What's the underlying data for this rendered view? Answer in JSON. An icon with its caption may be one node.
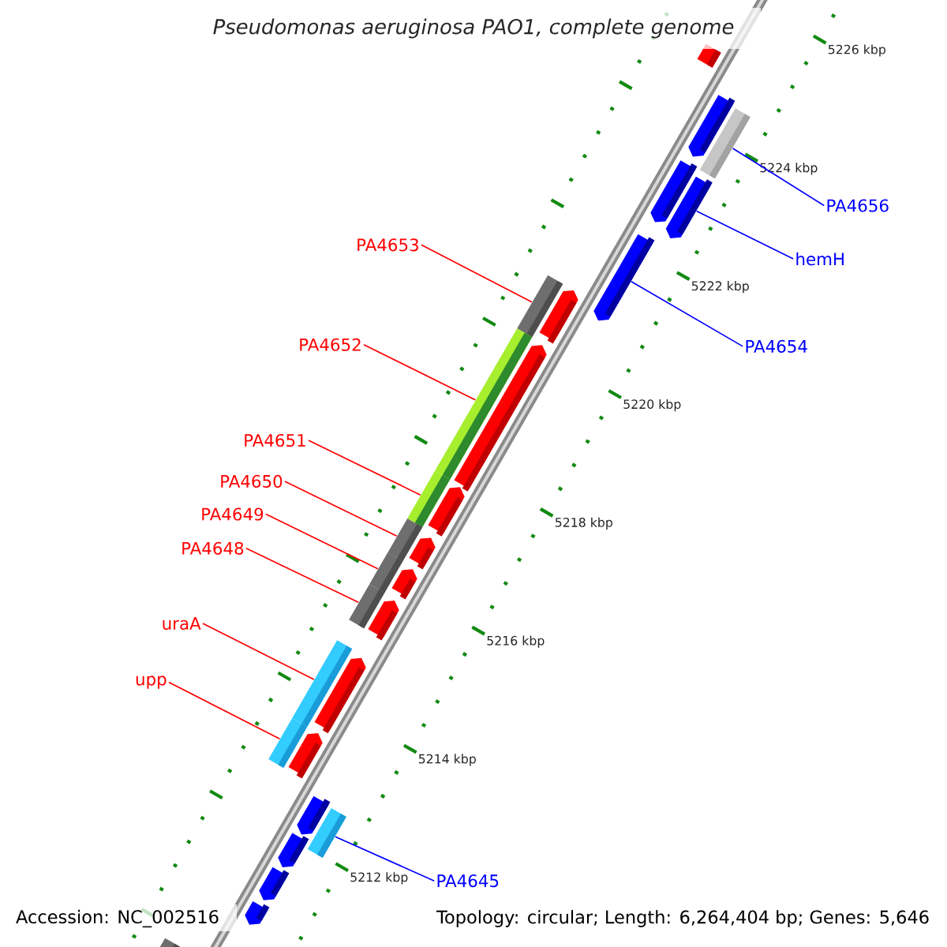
{
  "diagram": {
    "title": "*Pseudomonas aeruginosa* PAO1, complete genome",
    "nodes": [
      {
        "text": [
          "PA4653"
        ]
      },
      {
        "text": [
          "PA4652"
        ]
      },
      {
        "text": [
          "PA4651"
        ]
      },
      {
        "text": [
          "PA4650"
        ]
      },
      {
        "text": [
          "PA4649"
        ]
      },
      {
        "text": [
          "PA4648"
        ]
      },
      {
        "text": [
          "uraA"
        ]
      },
      {
        "text": [
          "upp"
        ]
      },
      {
        "text": [
          "PA4656"
        ]
      },
      {
        "text": [
          "hemH"
        ]
      },
      {
        "text": [
          "PA4654"
        ]
      },
      {
        "text": [
          "PA4645"
        ]
      },
      {
        "text": [],
        "shape": "bar"
      },
      {
        "text": [],
        "shape": "pentagon"
      },
      {
        "text": [],
        "shape": "bar"
      },
      {
        "text": [],
        "shape": "pentagon"
      },
      {
        "text": [],
        "shape": "pentagon"
      },
      {
        "text": [],
        "shape": "pentagon"
      },
      {
        "text": [],
        "shape": "bar"
      },
      {
        "text": [],
        "shape": "pentagon"
      },
      {
        "text": [],
        "shape": "bar"
      },
      {
        "text": [],
        "shape": "pentagon"
      },
      {
        "text": [],
        "shape": "bar"
      },
      {
        "text": [],
        "shape": "pentagon"
      },
      {
        "text": [],
        "shape": "bar"
      },
      {
        "text": [],
        "shape": "pentagon"
      },
      {
        "text": [],
        "shape": "bar"
      },
      {
        "text": [],
        "shape": "pentagon"
      },
      {
        "text": [],
        "shape": "bar"
      },
      {
        "text": [],
        "shape": "pentagon"
      },
      {
        "text": [],
        "shape": "bar"
      },
      {
        "text": [],
        "shape": "pentagon"
      },
      {
        "text": [],
        "shape": "bar"
      },
      {
        "text": [],
        "shape": "pentagon"
      },
      {
        "text": [],
        "shape": "bar"
      },
      {
        "text": [],
        "shape": "pentagon"
      },
      {
        "text": [],
        "shape": "pentagon"
      },
      {
        "text": [],
        "shape": "pentagon"
      },
      {
        "text": [],
        "shape": "pentagon"
      },
      {
        "text": [],
        "shape": "bar"
      }
    ],
    "edges": [
      {
        "from": 0,
        "to": 18,
        "arrow": "none"
      },
      {
        "from": 1,
        "to": 20,
        "arrow": "none"
      },
      {
        "from": 2,
        "to": 22,
        "arrow": "none"
      },
      {
        "from": 3,
        "to": 24,
        "arrow": "none"
      },
      {
        "from": 4,
        "to": 26,
        "arrow": "none"
      },
      {
        "from": 5,
        "to": 28,
        "arrow": "none"
      },
      {
        "from": 6,
        "to": 30,
        "arrow": "none"
      },
      {
        "from": 7,
        "to": 32,
        "arrow": "none"
      },
      {
        "from": 8,
        "to": 14,
        "arrow": "none",
        "color": "#0000ff"
      },
      {
        "from": 9,
        "to": 16,
        "arrow": "none",
        "color": "#0000ff"
      },
      {
        "from": 10,
        "to": 17,
        "arrow": "none",
        "color": "#0000ff"
      },
      {
        "from": 11,
        "to": 34,
        "arrow": "none",
        "color": "#0000ff"
      }
    ],
    "labels": [
      "5226 kbp",
      "5224 kbp",
      "5222 kbp",
      "5220 kbp",
      "5218 kbp",
      "5216 kbp",
      "5214 kbp",
      "5212 kbp",
      "Accession: NC_002516",
      "Topology: circular; Length: 6,264,404 bp; Genes: 5,646"
    ]
  }
}
